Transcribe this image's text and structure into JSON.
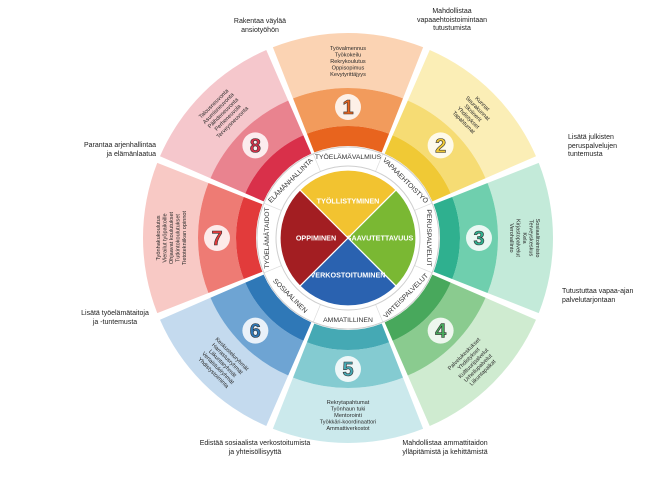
{
  "center": {
    "quadrants": [
      {
        "label": "TYÖLLISTYMINEN",
        "color": "#f2c330"
      },
      {
        "label": "SAAVUTETTAVUUS",
        "color": "#7ab833"
      },
      {
        "label": "VERKOSTOITUMINEN",
        "color": "#2a62b0"
      },
      {
        "label": "OPPIMINEN",
        "color": "#a31e22"
      }
    ]
  },
  "petals": [
    {
      "id": 1,
      "number": "1",
      "ring_label": "TYÖELÄMÄVALMIUS",
      "color": "#e8641e",
      "light": "#f29b5c",
      "pale": "#fbd3b3",
      "items": [
        "Työvalmennus",
        "Työkokeilu",
        "Rekrykoulutus",
        "Oppisopimus",
        "Kevytyrittäjyys"
      ],
      "caption": [
        "Rakentaa väylää",
        "ansiotyöhön"
      ]
    },
    {
      "id": 2,
      "number": "2",
      "ring_label": "VAPAAEHTOISTYÖ",
      "color": "#f0c935",
      "light": "#f6dc74",
      "pale": "#fbeeb6",
      "items": [
        "Kunnat",
        "Seurakunnat",
        "Skriinerit",
        "Yhdistykset",
        "Tapahtumat"
      ],
      "caption": [
        "Mahdollistaa",
        "vapaaehtoistoimintaan",
        "tutustumista"
      ]
    },
    {
      "id": 3,
      "number": "3",
      "ring_label": "PERUSPALVELUT",
      "color": "#2fb08f",
      "light": "#6fcfae",
      "pale": "#c3ead9",
      "items": [
        "Sosiaalitoimisto",
        "Terveyskeskus",
        "Kela",
        "Kirjastopalvelut",
        "Verohallinto"
      ],
      "caption": [
        "Lisätä julkisten",
        "peruspalvelujen",
        "tuntemusta"
      ]
    },
    {
      "id": 4,
      "number": "4",
      "ring_label": "VIRTEISPALVELUT",
      "color": "#48a85c",
      "light": "#8acb8f",
      "pale": "#cfebd0",
      "items": [
        "Palvelukeskukset",
        "Yhdistykset",
        "Kulttuuripalvelut",
        "Urheilupalvelut",
        "Liikuntapaikat"
      ],
      "caption": [
        "Tutustuttaa vapaa-ajan",
        "palvelutarjontaan"
      ]
    },
    {
      "id": 5,
      "number": "5",
      "ring_label": "AMMATILLINEN",
      "color": "#45a9b4",
      "light": "#84cbd1",
      "pale": "#cbe9ec",
      "items": [
        "Rekrytapahtumat",
        "Työnhaun tuki",
        "Mentorointi",
        "Työkkäri-koordinaattori",
        "Ammattiverkostot"
      ],
      "caption": [
        "Mahdollistaa ammattitaidon",
        "ylläpitämistä ja kehittämistä"
      ]
    },
    {
      "id": 6,
      "number": "6",
      "ring_label": "SOSIAALINEN",
      "color": "#2f78b7",
      "light": "#6ea4d3",
      "pale": "#c4daee",
      "items": [
        "Keskusteluryhmät",
        "Harrastusryhmät",
        "Liikuntaryhmät",
        "Vertaistukiryhmät",
        "Yhdistystoiminta"
      ],
      "caption": [
        "Edistää sosiaalista verkostoitumista",
        "ja yhteisöllisyyttä"
      ]
    },
    {
      "id": 7,
      "number": "7",
      "ring_label": "TYÖELÄMÄTAIDOT",
      "color": "#e23b3b",
      "light": "#ee7b74",
      "pale": "#f8c9c5",
      "items": [
        "Työnhakukoulutus",
        "Vierailut työpaikoille",
        "Ohjaavat koulutukset",
        "Tutkintokoulutukset",
        "Tietotekniikan opinnot"
      ],
      "caption": [
        "Lisätä työelämätaitoja",
        "ja -tuntemusta"
      ]
    },
    {
      "id": 8,
      "number": "8",
      "ring_label": "ELÄMÄNHALLINTA",
      "color": "#d9304a",
      "light": "#e9838f",
      "pale": "#f5c7cc",
      "items": [
        "Talousneuvonta",
        "Asumisneuvonta",
        "Päihdeneuvonta",
        "Perheneuvola",
        "Terveysneuvonta"
      ],
      "caption": [
        "Parantaa arjenhallintaa",
        "ja elämänlaatua"
      ]
    }
  ]
}
